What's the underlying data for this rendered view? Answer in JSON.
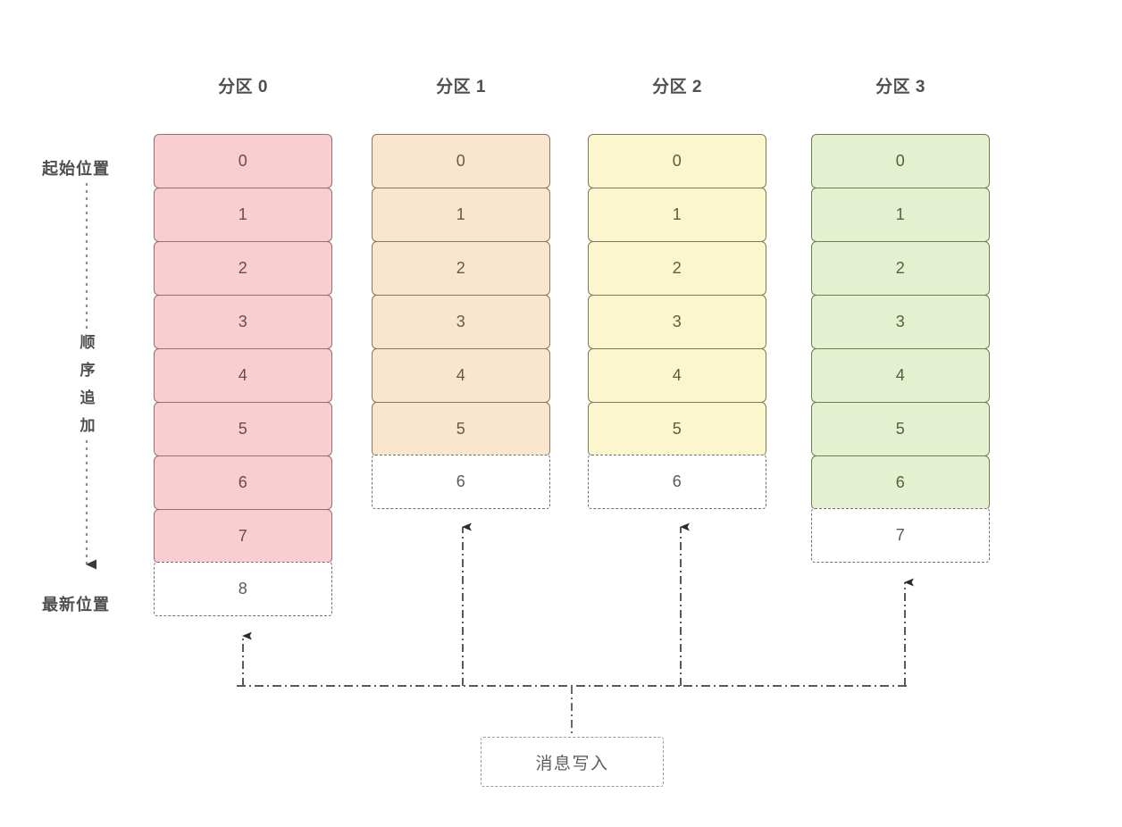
{
  "diagram": {
    "title_row": [
      {
        "label": "分区 0"
      },
      {
        "label": "分区 1"
      },
      {
        "label": "分区 2"
      },
      {
        "label": "分区 3"
      }
    ],
    "side_labels": {
      "start": "起始位置",
      "latest": "最新位置",
      "flow_chars": [
        "顺",
        "序",
        "追",
        "加"
      ]
    },
    "writer": {
      "label": "消息写入"
    },
    "partitions": [
      {
        "name": "分区 0",
        "accent": "#f9ced1",
        "border": "#9b6d70",
        "filled": [
          "0",
          "1",
          "2",
          "3",
          "4",
          "5",
          "6",
          "7"
        ],
        "pending": "8"
      },
      {
        "name": "分区 1",
        "accent": "#fae6cf",
        "border": "#8b7659",
        "filled": [
          "0",
          "1",
          "2",
          "3",
          "4",
          "5"
        ],
        "pending": "6"
      },
      {
        "name": "分区 2",
        "accent": "#fcf6ce",
        "border": "#7e7b53",
        "filled": [
          "0",
          "1",
          "2",
          "3",
          "4",
          "5"
        ],
        "pending": "6"
      },
      {
        "name": "分区 3",
        "accent": "#e4f0d0",
        "border": "#6b7e52",
        "filled": [
          "0",
          "1",
          "2",
          "3",
          "4",
          "5",
          "6"
        ],
        "pending": "7"
      }
    ]
  }
}
